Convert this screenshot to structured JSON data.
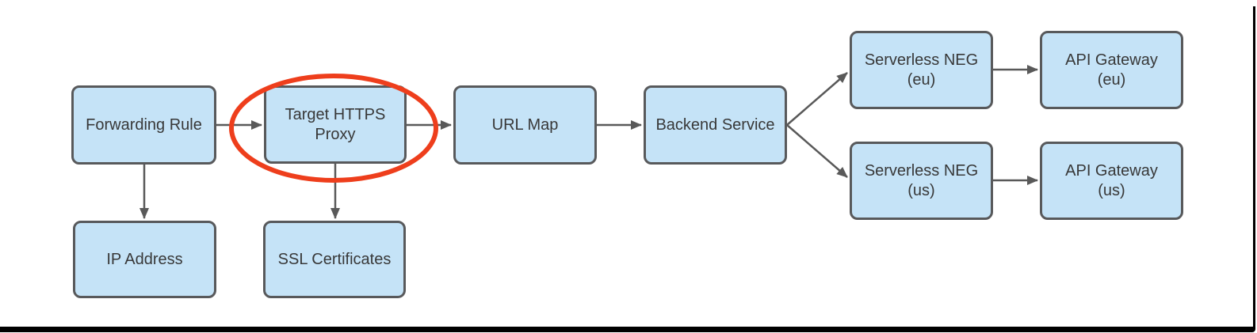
{
  "diagram": {
    "type": "flowchart",
    "nodes": {
      "forwarding_rule": {
        "label": "Forwarding Rule"
      },
      "target_https_proxy": {
        "label": "Target HTTPS\nProxy",
        "highlighted": true
      },
      "url_map": {
        "label": "URL Map"
      },
      "backend_service": {
        "label": "Backend Service"
      },
      "serverless_neg_eu": {
        "label": "Serverless NEG\n(eu)"
      },
      "api_gateway_eu": {
        "label": "API Gateway\n(eu)"
      },
      "serverless_neg_us": {
        "label": "Serverless NEG\n(us)"
      },
      "api_gateway_us": {
        "label": "API Gateway\n(us)"
      },
      "ip_address": {
        "label": "IP Address"
      },
      "ssl_certificates": {
        "label": "SSL Certificates"
      }
    },
    "edges": [
      {
        "from": "Forwarding Rule",
        "to": "Target HTTPS Proxy"
      },
      {
        "from": "Target HTTPS Proxy",
        "to": "URL Map"
      },
      {
        "from": "URL Map",
        "to": "Backend Service"
      },
      {
        "from": "Backend Service",
        "to": "Serverless NEG (eu)"
      },
      {
        "from": "Backend Service",
        "to": "Serverless NEG (us)"
      },
      {
        "from": "Serverless NEG (eu)",
        "to": "API Gateway (eu)"
      },
      {
        "from": "Serverless NEG (us)",
        "to": "API Gateway (us)"
      },
      {
        "from": "Forwarding Rule",
        "to": "IP Address"
      },
      {
        "from": "Target HTTPS Proxy",
        "to": "SSL Certificates"
      }
    ],
    "annotation": {
      "shape": "ellipse",
      "target": "target_https_proxy",
      "color": "#EE3E1C"
    }
  },
  "colors": {
    "node_fill": "#C5E3F7",
    "node_border": "#58595B",
    "connector": "#595959",
    "highlight": "#EE3E1C",
    "text": "#383838",
    "frame": "#000000"
  }
}
